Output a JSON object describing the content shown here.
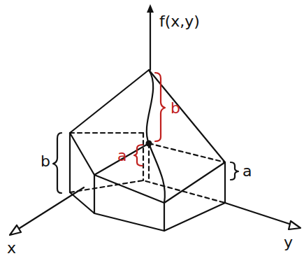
{
  "diagram": {
    "labels": [
      "f(x,y)",
      "b",
      "b",
      "a",
      "a",
      "x",
      "y"
    ]
  }
}
